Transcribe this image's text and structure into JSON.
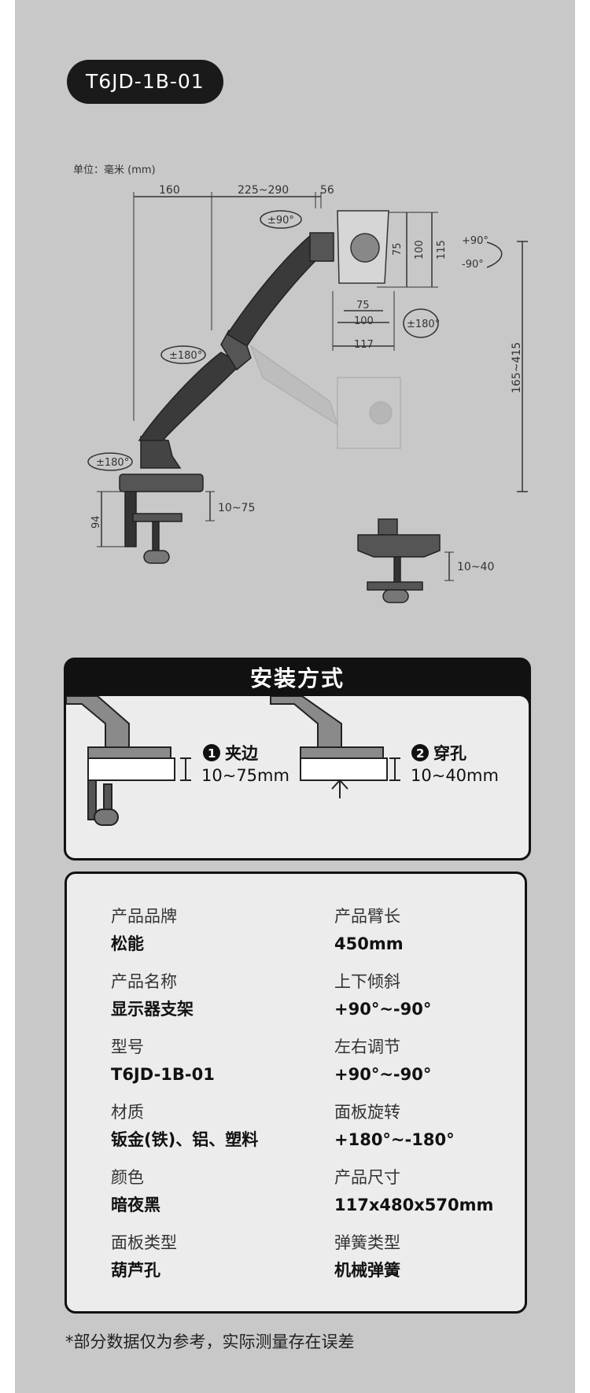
{
  "model_badge": "T6JD-1B-01",
  "diagram": {
    "unit": "单位：毫米 (mm)",
    "dims": {
      "d160": "160",
      "d225_290": "225~290",
      "d56": "56",
      "d75v": "75",
      "d100v": "100",
      "d115": "115",
      "d75h": "75",
      "d100h": "100",
      "d117": "117",
      "d165_415": "165~415",
      "d94": "94",
      "d10_75": "10~75",
      "d10_40": "10~40"
    },
    "rot": {
      "r90": "±90°",
      "r180_arm": "±180°",
      "r180_base": "±180°",
      "r180_panel": "±180°",
      "tilt_up": "+90°",
      "tilt_down": "-90°"
    }
  },
  "install": {
    "title": "安装方式",
    "clamp_num": "1",
    "clamp_label": "夹边",
    "clamp_range": "10~75mm",
    "grommet_num": "2",
    "grommet_label": "穿孔",
    "grommet_range": "10~40mm"
  },
  "specs": [
    {
      "label": "产品品牌",
      "value": "松能"
    },
    {
      "label": "产品臂长",
      "value": "450mm"
    },
    {
      "label": "产品名称",
      "value": "显示器支架"
    },
    {
      "label": "上下倾斜",
      "value": "+90°~-90°"
    },
    {
      "label": "型号",
      "value": "T6JD-1B-01"
    },
    {
      "label": "左右调节",
      "value": "+90°~-90°"
    },
    {
      "label": "材质",
      "value": "钣金(铁)、铝、塑料"
    },
    {
      "label": "面板旋转",
      "value": "+180°~-180°"
    },
    {
      "label": "颜色",
      "value": "暗夜黑"
    },
    {
      "label": "产品尺寸",
      "value": "117x480x570mm"
    },
    {
      "label": "面板类型",
      "value": "葫芦孔"
    },
    {
      "label": "弹簧类型",
      "value": "机械弹簧"
    }
  ],
  "footnote": "*部分数据仅为参考，实际测量存在误差"
}
